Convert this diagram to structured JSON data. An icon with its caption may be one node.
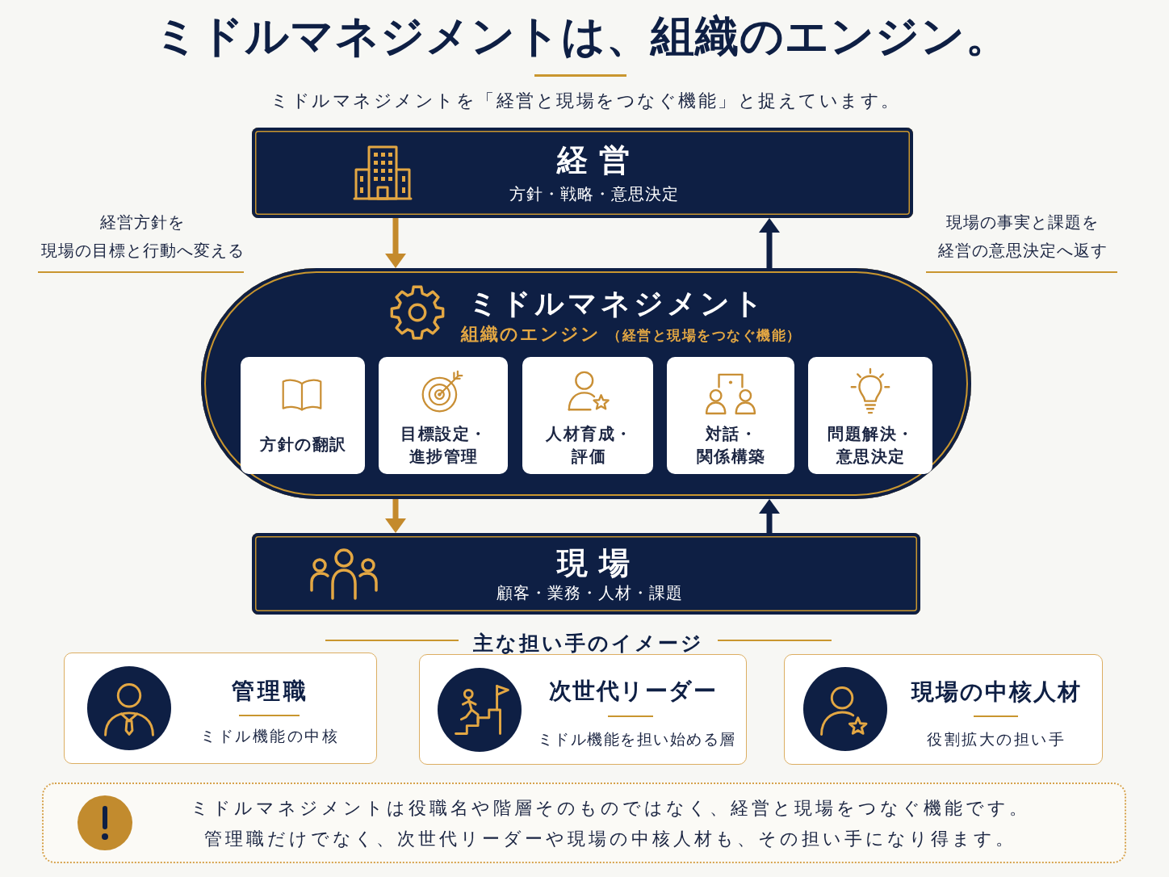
{
  "diagram": {
    "title": "ミドルマネジメントは、組織のエンジン。",
    "nodes": [
      {
        "text": [
          "経営",
          "方針・戦略・意思決定"
        ]
      },
      {
        "text": [
          "ミドルマネジメント",
          "組織のエンジン",
          "（経営と現場をつなぐ機能）"
        ]
      },
      {
        "text": [
          "方針の翻訳"
        ],
        "in": 1
      },
      {
        "text": [
          "目標設定・進捗管理"
        ],
        "in": 1
      },
      {
        "text": [
          "人材育成・評価"
        ],
        "in": 1
      },
      {
        "text": [
          "対話・関係構築"
        ],
        "in": 1
      },
      {
        "text": [
          "問題解決・意思決定"
        ],
        "in": 1
      },
      {
        "text": [
          "現場",
          "顧客・業務・人材・課題"
        ]
      },
      {
        "text": [
          "管理職",
          "ミドル機能の中核"
        ]
      },
      {
        "text": [
          "次世代リーダー",
          "ミドル機能を担い始める層"
        ]
      },
      {
        "text": [
          "現場の中核人材",
          "役割拡大の担い手"
        ]
      },
      {
        "text": [
          "ミドルマネジメントは役職名や階層そのものではなく、経営と現場をつなぐ機能です。管理職だけでなく、次世代リーダーや現場の中核人材も、その担い手になり得ます。"
        ]
      }
    ],
    "edges": [
      {
        "from": 0,
        "to": 1,
        "arrow": "to",
        "color": "#c48a2c"
      },
      {
        "from": 1,
        "to": 0,
        "arrow": "to",
        "color": "#0e1f44"
      },
      {
        "from": 1,
        "to": 7,
        "arrow": "to",
        "color": "#c48a2c"
      },
      {
        "from": 7,
        "to": 1,
        "arrow": "to",
        "color": "#0e1f44"
      }
    ],
    "labels": [
      "ミドルマネジメントを「経営と現場をつなぐ機能」と捉えています。",
      "経営方針を現場の目標と行動へ変える",
      "現場の事実と課題を経営の意思決定へ返す",
      "主な担い手のイメージ"
    ]
  }
}
